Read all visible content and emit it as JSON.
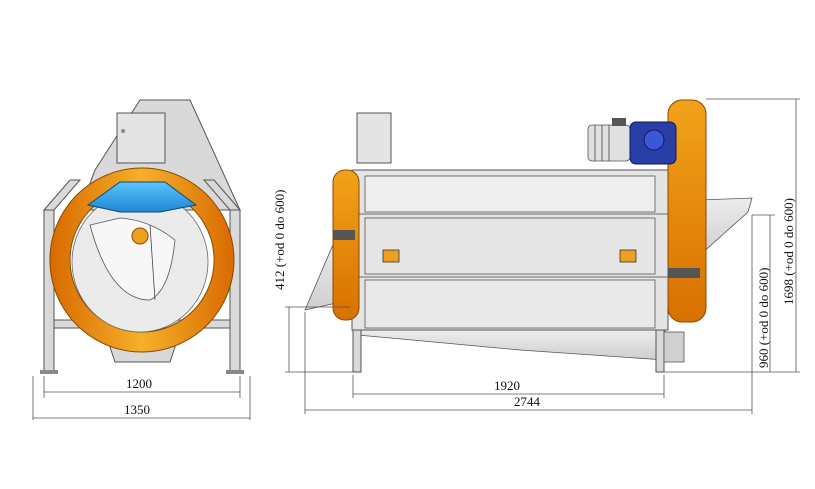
{
  "dimensions": {
    "front_inner_width": "1200",
    "front_outer_width": "1350",
    "side_leg_span": "1920",
    "side_total_length": "2744",
    "side_left_height": "412 (+od 0 do 600)",
    "side_right_inner_height": "960 (+od 0 do 600)",
    "side_right_total_height": "1698 (+od 0 do 600)"
  },
  "colors": {
    "orange": "#f0a020",
    "orange_dark": "#d86a00",
    "blue_glass": "#3aa8e8",
    "motor_blue": "#2a3ea8",
    "frame_grey": "#d9d9d9"
  }
}
